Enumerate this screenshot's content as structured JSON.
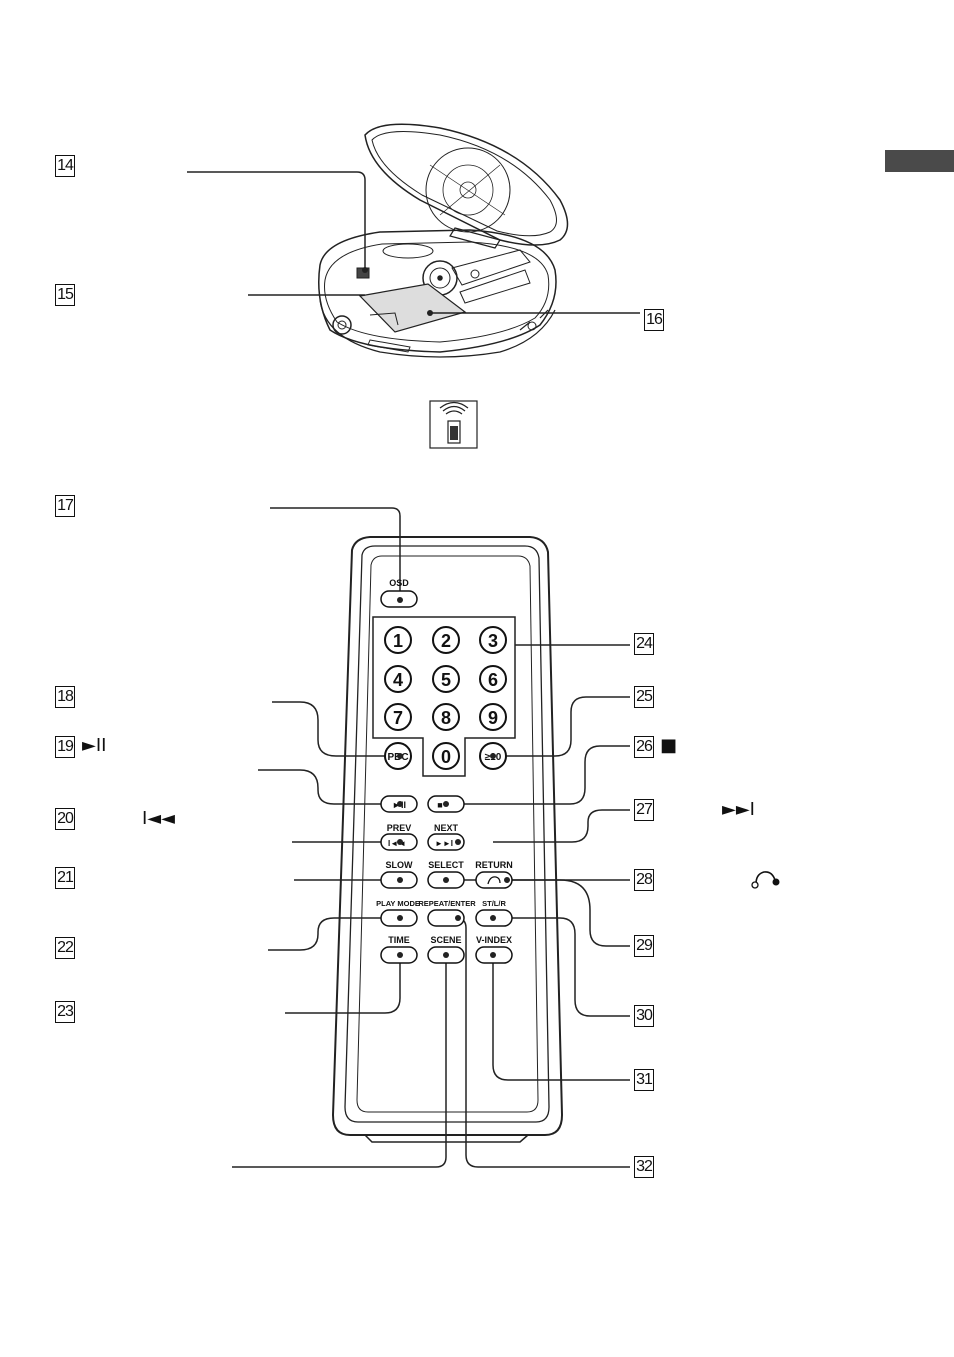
{
  "callouts": {
    "c14": "14",
    "c15": "15",
    "c16": "16",
    "c17": "17",
    "c18": "18",
    "c19": "19",
    "c20": "20",
    "c21": "21",
    "c22": "22",
    "c23": "23",
    "c24": "24",
    "c25": "25",
    "c26": "26",
    "c27": "27",
    "c28": "28",
    "c29": "29",
    "c30": "30",
    "c31": "31",
    "c32": "32"
  },
  "callout_symbols": {
    "s19": "►II",
    "s20": "I◄◄",
    "s26": "■",
    "s27": "►►I"
  },
  "remote": {
    "osd": "OSD",
    "keys": [
      "1",
      "2",
      "3",
      "4",
      "5",
      "6",
      "7",
      "8",
      "9",
      "0"
    ],
    "pbc": "PBC",
    "plus10": "≥10",
    "play_pause_glyph": "►II",
    "stop_glyph": "■",
    "prev": "PREV",
    "prev_glyph": "I◄◄",
    "next": "NEXT",
    "next_glyph": "►►I",
    "slow": "SLOW",
    "select": "SELECT",
    "return": "RETURN",
    "play_mode": "PLAY MODE",
    "repeat_enter": "REPEAT/ENTER",
    "st_lr": "ST/L/R",
    "time": "TIME",
    "scene": "SCENE",
    "v_index": "V-INDEX"
  }
}
